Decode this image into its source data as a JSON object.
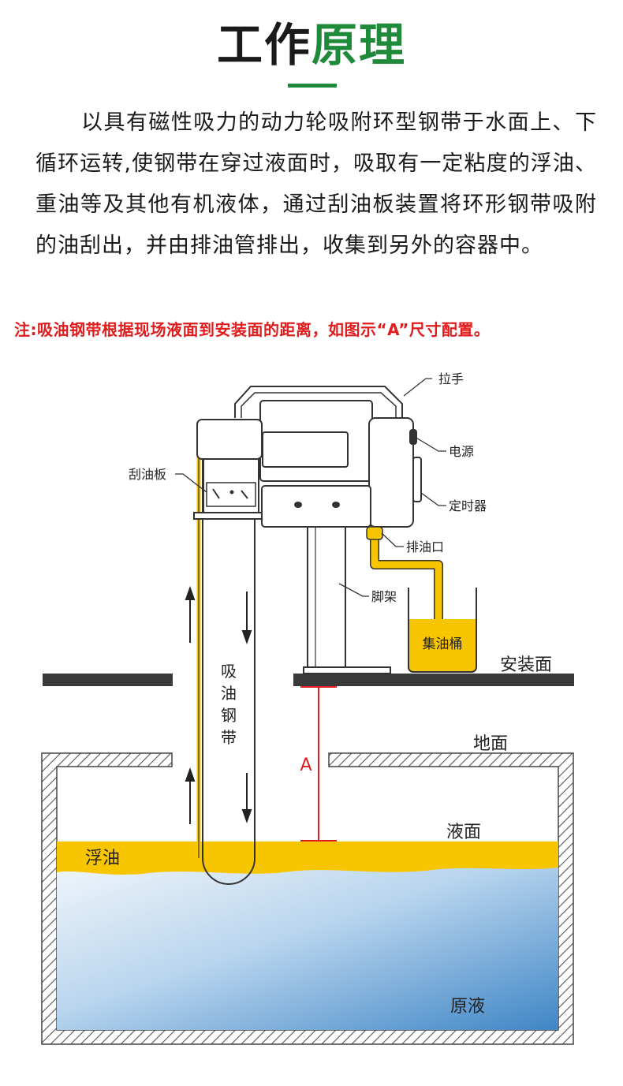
{
  "header": {
    "title_part1": "工作",
    "title_part2": "原理",
    "accent_color": "#1f8a3a"
  },
  "description": "以具有磁性吸力的动力轮吸附环型钢带于水面上、下循环运转,使钢带在穿过液面时，吸取有一定粘度的浮油、重油等及其他有机液体，通过刮油板装置将环形钢带吸附的油刮出，并由排油管排出，收集到另外的容器中。",
  "note": {
    "text": "注:吸油钢带根据现场液面到安装面的距离，如图示“A”尺寸配置。",
    "color": "#e11c1c"
  },
  "diagram": {
    "labels": {
      "handle": "拉手",
      "power": "电源",
      "timer": "定时器",
      "scraper": "刮油板",
      "outlet": "排油口",
      "stand": "脚架",
      "collector": "集油桶",
      "mount_surface": "安装面",
      "ground": "地面",
      "liquid_surface": "液面",
      "floating_oil": "浮油",
      "raw_liquid": "原液",
      "belt": [
        "吸",
        "油",
        "钢",
        "带"
      ],
      "dimension": "A"
    },
    "colors": {
      "oil": "#f7c600",
      "water_light": "#eaf3fb",
      "water_dark": "#3f86c6",
      "dimension": "#e11c1c",
      "structure": "#333333"
    }
  }
}
